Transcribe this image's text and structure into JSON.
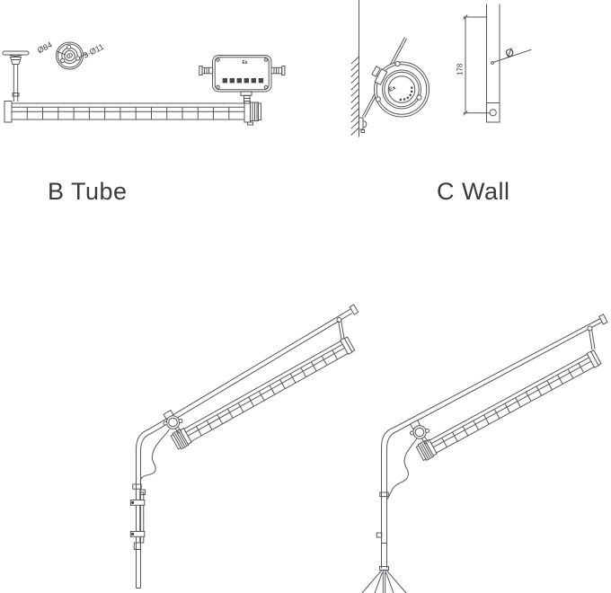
{
  "sheet": {
    "type": "technical-drawing",
    "background_color": "#ffffff",
    "line_color": "#56575b",
    "text_color": "#3b3c3f"
  },
  "labels": {
    "b_tube": "B Tube",
    "c_wall": "C Wall"
  },
  "b_tube": {
    "flange_outer_dim": "Ø84",
    "flange_holes_dim": "3-Ø11",
    "box_marking": "Ex",
    "box_nameplate": "■■■■■■"
  },
  "c_wall": {
    "lamp_marking": "Ex",
    "pole_length_dim": "178",
    "hole_dim_symbol": "Ø"
  }
}
